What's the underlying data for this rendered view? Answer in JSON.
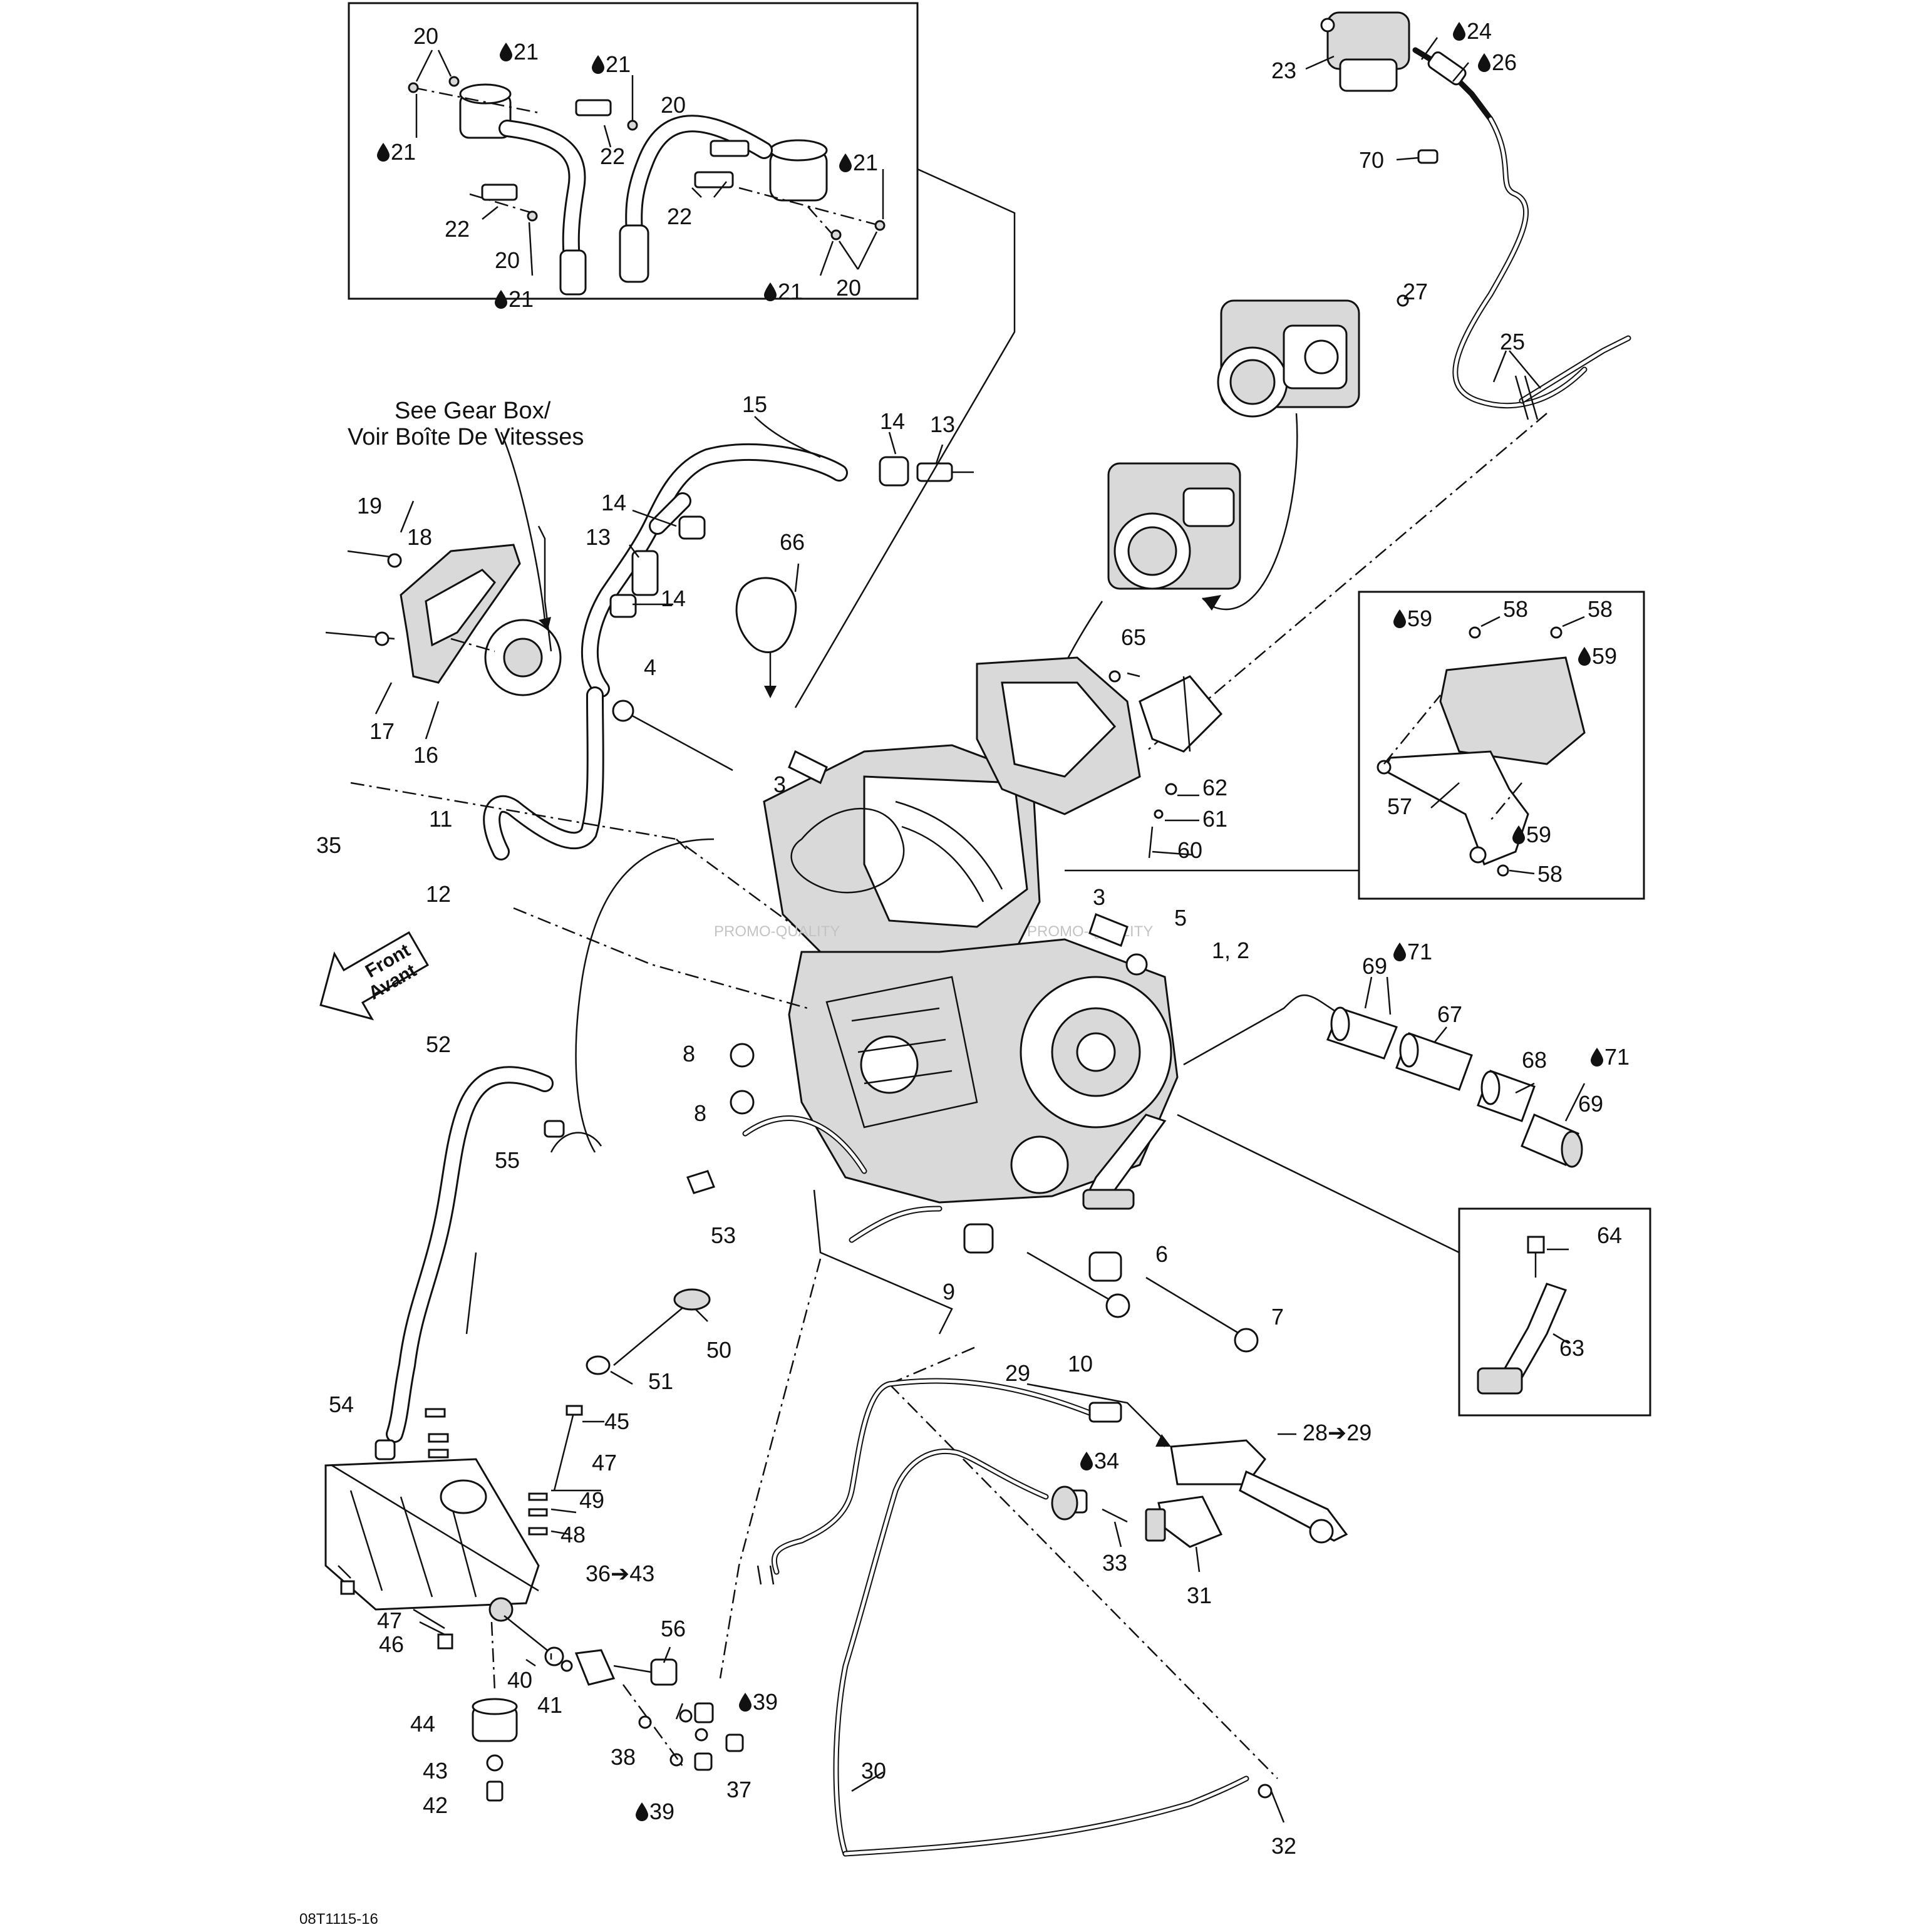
{
  "diagram": {
    "drawing_code": "08T1115-16",
    "notes": {
      "gear_box_en": "See Gear Box/",
      "gear_box_fr": "Voir Boîte De Vitesses",
      "front_en": "Front",
      "front_fr": "Avant"
    },
    "watermark": "PROMO-QUALITY",
    "labels": [
      {
        "id": "l20a",
        "text": "20"
      },
      {
        "id": "l21a",
        "text": "21",
        "drop": true
      },
      {
        "id": "l21b",
        "text": "21",
        "drop": true
      },
      {
        "id": "l20b",
        "text": "20"
      },
      {
        "id": "l21c",
        "text": "21",
        "drop": true
      },
      {
        "id": "l22a",
        "text": "22"
      },
      {
        "id": "l21d",
        "text": "21",
        "drop": true
      },
      {
        "id": "l22b",
        "text": "22"
      },
      {
        "id": "l22c",
        "text": "22"
      },
      {
        "id": "l20c",
        "text": "20"
      },
      {
        "id": "l21e",
        "text": "21",
        "drop": true
      },
      {
        "id": "l21f",
        "text": "21",
        "drop": true
      },
      {
        "id": "l20d",
        "text": "20"
      },
      {
        "id": "l23",
        "text": "23"
      },
      {
        "id": "l24",
        "text": "24",
        "drop": true
      },
      {
        "id": "l26",
        "text": "26",
        "drop": true
      },
      {
        "id": "l70",
        "text": "70"
      },
      {
        "id": "l27",
        "text": "27"
      },
      {
        "id": "l25",
        "text": "25"
      },
      {
        "id": "l15",
        "text": "15"
      },
      {
        "id": "l14a",
        "text": "14"
      },
      {
        "id": "l13a",
        "text": "13"
      },
      {
        "id": "l14b",
        "text": "14"
      },
      {
        "id": "l13b",
        "text": "13"
      },
      {
        "id": "l14c",
        "text": "14"
      },
      {
        "id": "l66",
        "text": "66"
      },
      {
        "id": "l19",
        "text": "19"
      },
      {
        "id": "l18",
        "text": "18"
      },
      {
        "id": "l17",
        "text": "17"
      },
      {
        "id": "l16",
        "text": "16"
      },
      {
        "id": "l4",
        "text": "4"
      },
      {
        "id": "l65",
        "text": "65"
      },
      {
        "id": "l59a",
        "text": "59",
        "drop": true
      },
      {
        "id": "l58a",
        "text": "58"
      },
      {
        "id": "l58b",
        "text": "58"
      },
      {
        "id": "l59b",
        "text": "59",
        "drop": true
      },
      {
        "id": "l57",
        "text": "57"
      },
      {
        "id": "l59c",
        "text": "59",
        "drop": true
      },
      {
        "id": "l58c",
        "text": "58"
      },
      {
        "id": "l3a",
        "text": "3"
      },
      {
        "id": "l62",
        "text": "62"
      },
      {
        "id": "l61",
        "text": "61"
      },
      {
        "id": "l60",
        "text": "60"
      },
      {
        "id": "l35",
        "text": "35"
      },
      {
        "id": "l11",
        "text": "11"
      },
      {
        "id": "l12",
        "text": "12"
      },
      {
        "id": "l3b",
        "text": "3"
      },
      {
        "id": "l5",
        "text": "5"
      },
      {
        "id": "l12b",
        "text": "1, 2"
      },
      {
        "id": "l69a",
        "text": "69"
      },
      {
        "id": "l71a",
        "text": "71",
        "drop": true
      },
      {
        "id": "l67",
        "text": "67"
      },
      {
        "id": "l68",
        "text": "68"
      },
      {
        "id": "l71b",
        "text": "71",
        "drop": true
      },
      {
        "id": "l69b",
        "text": "69"
      },
      {
        "id": "l52",
        "text": "52"
      },
      {
        "id": "l8a",
        "text": "8"
      },
      {
        "id": "l8b",
        "text": "8"
      },
      {
        "id": "l55",
        "text": "55"
      },
      {
        "id": "l53",
        "text": "53"
      },
      {
        "id": "l64",
        "text": "64"
      },
      {
        "id": "l63",
        "text": "63"
      },
      {
        "id": "l9",
        "text": "9"
      },
      {
        "id": "l6",
        "text": "6"
      },
      {
        "id": "l7",
        "text": "7"
      },
      {
        "id": "l10",
        "text": "10"
      },
      {
        "id": "l50",
        "text": "50"
      },
      {
        "id": "l51",
        "text": "51"
      },
      {
        "id": "l29",
        "text": "29"
      },
      {
        "id": "l28",
        "text": "28➔29"
      },
      {
        "id": "l54",
        "text": "54"
      },
      {
        "id": "l45",
        "text": "45"
      },
      {
        "id": "l47a",
        "text": "47"
      },
      {
        "id": "l49",
        "text": "49"
      },
      {
        "id": "l48",
        "text": "48"
      },
      {
        "id": "l34",
        "text": "34",
        "drop": true
      },
      {
        "id": "l33",
        "text": "33"
      },
      {
        "id": "l31",
        "text": "31"
      },
      {
        "id": "l36",
        "text": "36➔43"
      },
      {
        "id": "l47b",
        "text": "47"
      },
      {
        "id": "l46",
        "text": "46"
      },
      {
        "id": "l40",
        "text": "40"
      },
      {
        "id": "l41",
        "text": "41"
      },
      {
        "id": "l56",
        "text": "56"
      },
      {
        "id": "l44",
        "text": "44"
      },
      {
        "id": "l39a",
        "text": "39",
        "drop": true
      },
      {
        "id": "l38",
        "text": "38"
      },
      {
        "id": "l43",
        "text": "43"
      },
      {
        "id": "l39b",
        "text": "39",
        "drop": true
      },
      {
        "id": "l37",
        "text": "37"
      },
      {
        "id": "l42",
        "text": "42"
      },
      {
        "id": "l30",
        "text": "30"
      },
      {
        "id": "l32",
        "text": "32"
      }
    ]
  }
}
